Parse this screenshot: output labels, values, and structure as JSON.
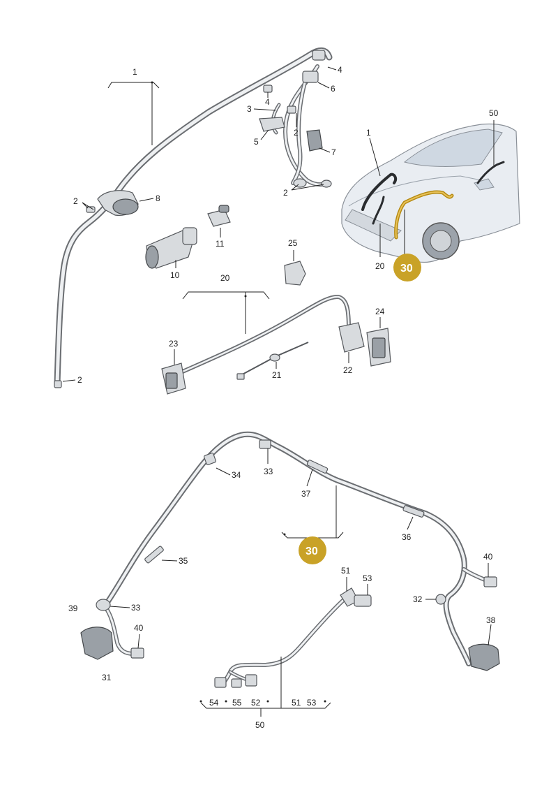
{
  "callouts": {
    "c1_top": "1",
    "c4a": "4",
    "c6": "6",
    "c4b": "4",
    "c3": "3",
    "c2a": "2",
    "c5": "5",
    "c7": "7",
    "c2b": "2",
    "c2c": "2",
    "c8": "8",
    "c11": "11",
    "c10": "10",
    "c2d": "2",
    "c50_car": "50",
    "c1_car": "1",
    "c20_car": "20",
    "c30_car": "30",
    "c25": "25",
    "c20": "20",
    "c24": "24",
    "c23": "23",
    "c21": "21",
    "c22": "22",
    "c34": "34",
    "c33a": "33",
    "c37": "37",
    "c36": "36",
    "c30": "30",
    "c35": "35",
    "c40a": "40",
    "c39": "39",
    "c33b": "33",
    "c40b": "40",
    "c31": "31",
    "c51a": "51",
    "c53a": "53",
    "c32": "32",
    "c38": "38",
    "c54": "54",
    "c55": "55",
    "c52": "52",
    "c51b": "51",
    "c53b": "53",
    "c50": "50"
  },
  "colors": {
    "highlight": "#c9a227",
    "badge": "#c9a227",
    "cable": "#6b6e72",
    "car_body": "#e9edf2"
  }
}
